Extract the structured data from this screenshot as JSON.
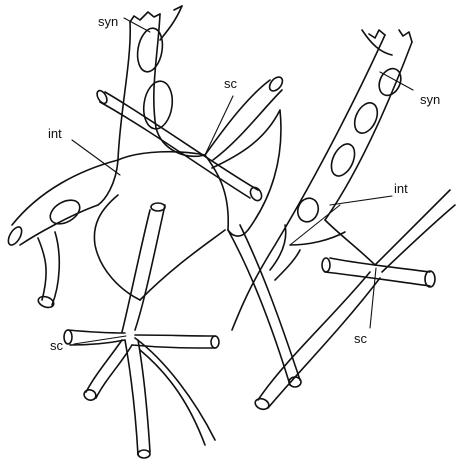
{
  "labels": {
    "syn_top": "syn",
    "syn_right": "syn",
    "int_left": "int",
    "int_right": "int",
    "sc_top": "sc",
    "sc_right": "sc",
    "sc_bottom": "sc"
  },
  "colors": {
    "stroke": "#111111",
    "background": "#ffffff"
  }
}
